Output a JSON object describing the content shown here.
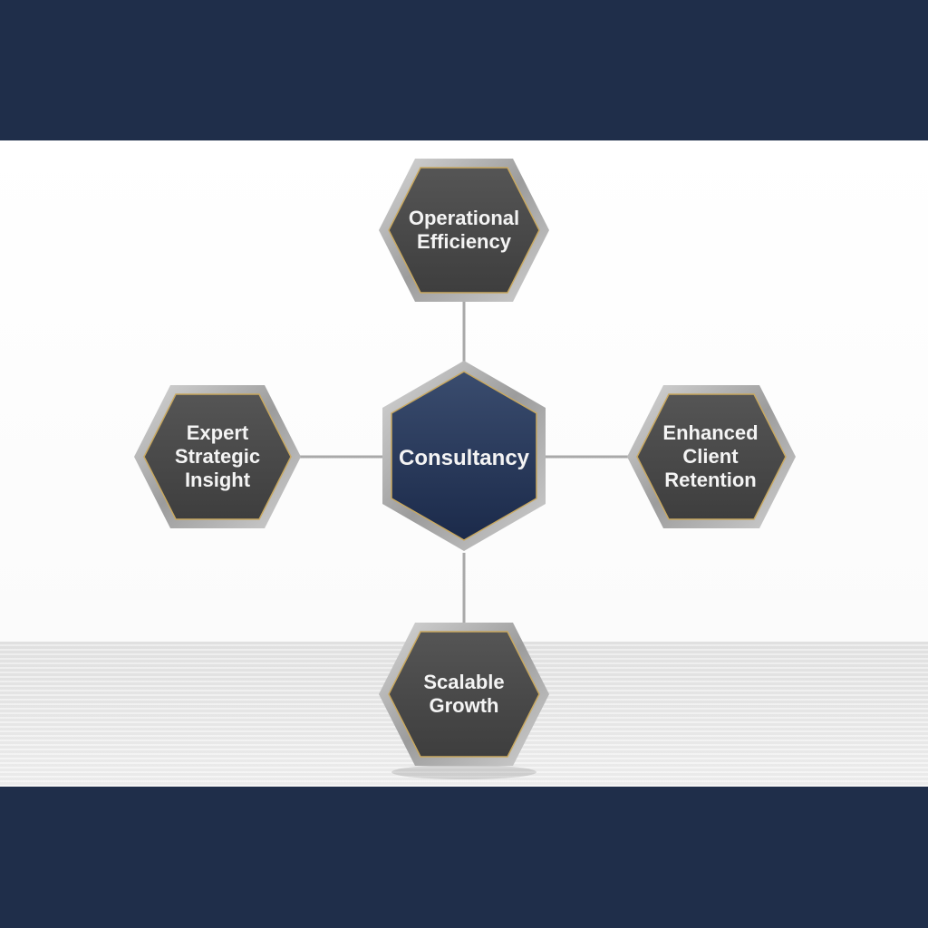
{
  "diagram": {
    "type": "hub-and-spoke",
    "center": {
      "label": "Consultancy",
      "fill": "#23355a"
    },
    "nodes": [
      {
        "id": "top",
        "label": "Operational Efficiency",
        "lines": [
          "Operational",
          "Efficiency"
        ]
      },
      {
        "id": "left",
        "label": "Expert Strategic Insight",
        "lines": [
          "Expert",
          "Strategic",
          "Insight"
        ]
      },
      {
        "id": "right",
        "label": "Enhanced Client Retention",
        "lines": [
          "Enhanced",
          "Client",
          "Retention"
        ]
      },
      {
        "id": "bottom",
        "label": "Scalable Growth",
        "lines": [
          "Scalable",
          "Growth"
        ]
      }
    ],
    "colors": {
      "banner": "#1f2e4a",
      "node_fill": "#4a4a4a",
      "frame": "#b8b8b8",
      "gold_trim": "#c8a860",
      "connector": "#a9a9a9"
    }
  }
}
